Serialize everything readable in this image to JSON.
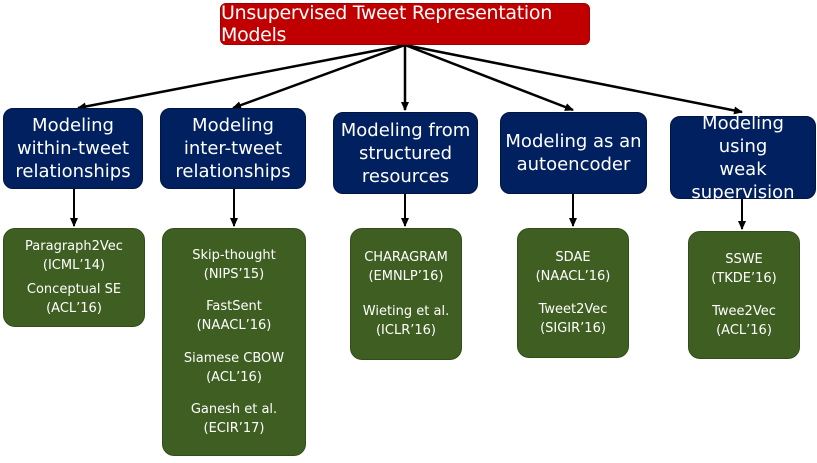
{
  "root": {
    "label": "Unsupervised Tweet Representation Models"
  },
  "categories": [
    {
      "lines": [
        "Modeling",
        "within-tweet",
        "relationships"
      ],
      "models": [
        {
          "name": "Paragraph2Vec",
          "venue": "(ICML’14)"
        },
        {
          "name": "Conceptual SE",
          "venue": "(ACL’16)"
        }
      ]
    },
    {
      "lines": [
        "Modeling",
        "inter-tweet",
        "relationships"
      ],
      "models": [
        {
          "name": "Skip-thought",
          "venue": "(NIPS’15)"
        },
        {
          "name": "FastSent",
          "venue": "(NAACL’16)"
        },
        {
          "name": "Siamese CBOW",
          "venue": "(ACL’16)"
        },
        {
          "name": "Ganesh et al.",
          "venue": "(ECIR’17)"
        }
      ]
    },
    {
      "lines": [
        "Modeling from",
        "structured",
        "resources"
      ],
      "models": [
        {
          "name": "CHARAGRAM",
          "venue": "(EMNLP’16)"
        },
        {
          "name": "Wieting et al.",
          "venue": "(ICLR’16)"
        }
      ]
    },
    {
      "lines": [
        "Modeling as an",
        "autoencoder"
      ],
      "models": [
        {
          "name": "SDAE",
          "venue": "(NAACL’16)"
        },
        {
          "name": "Tweet2Vec",
          "venue": "(SIGIR’16)"
        }
      ]
    },
    {
      "lines": [
        "Modeling using",
        "weak",
        "supervision"
      ],
      "models": [
        {
          "name": "SSWE",
          "venue": "(TKDE’16)"
        },
        {
          "name": "Twee2Vec",
          "venue": "(ACL’16)"
        }
      ]
    }
  ]
}
